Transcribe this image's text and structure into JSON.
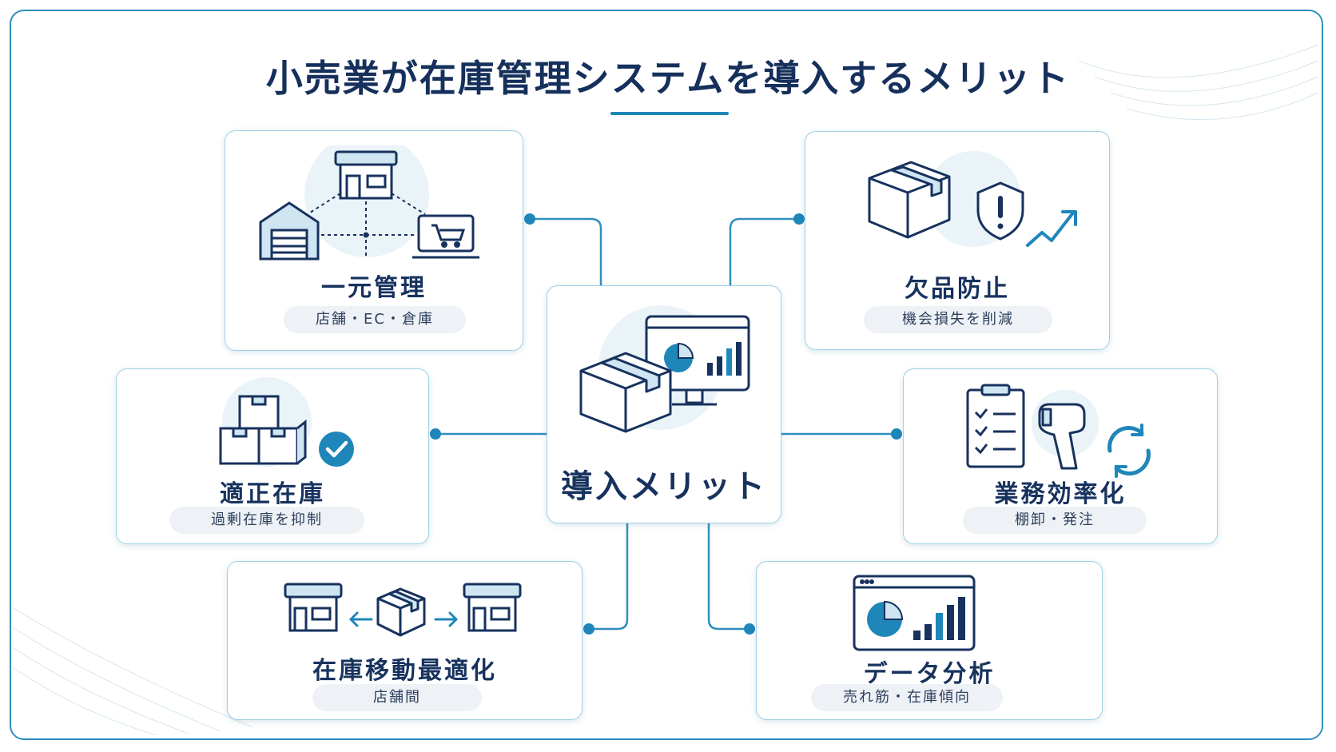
{
  "title": "小売業が在庫管理システムを導入するメリット",
  "center": {
    "title": "導入メリット"
  },
  "cards": {
    "centralized": {
      "title": "一元管理",
      "subtitle": "店舗・EC・倉庫"
    },
    "stockout": {
      "title": "欠品防止",
      "subtitle": "機会損失を削減"
    },
    "proper": {
      "title": "適正在庫",
      "subtitle": "過剰在庫を抑制"
    },
    "efficiency": {
      "title": "業務効率化",
      "subtitle": "棚卸・発注"
    },
    "transfer": {
      "title": "在庫移動最適化",
      "subtitle": "店舗間"
    },
    "analysis": {
      "title": "データ分析",
      "subtitle": "売れ筋・在庫傾向"
    }
  },
  "colors": {
    "navy": "#17325e",
    "accent": "#1f86b9",
    "light_blue": "#cfe6f2",
    "line": "#2f8fbf"
  },
  "icons": [
    "store-icon",
    "warehouse-icon",
    "laptop-cart-icon",
    "box-icon",
    "shield-alert-icon",
    "trend-arrow-icon",
    "check-circle-icon",
    "clipboard-checklist-icon",
    "barcode-scanner-icon",
    "refresh-icon",
    "monitor-chart-icon",
    "pie-chart-icon",
    "bar-chart-icon",
    "arrow-left-icon",
    "arrow-right-icon"
  ]
}
